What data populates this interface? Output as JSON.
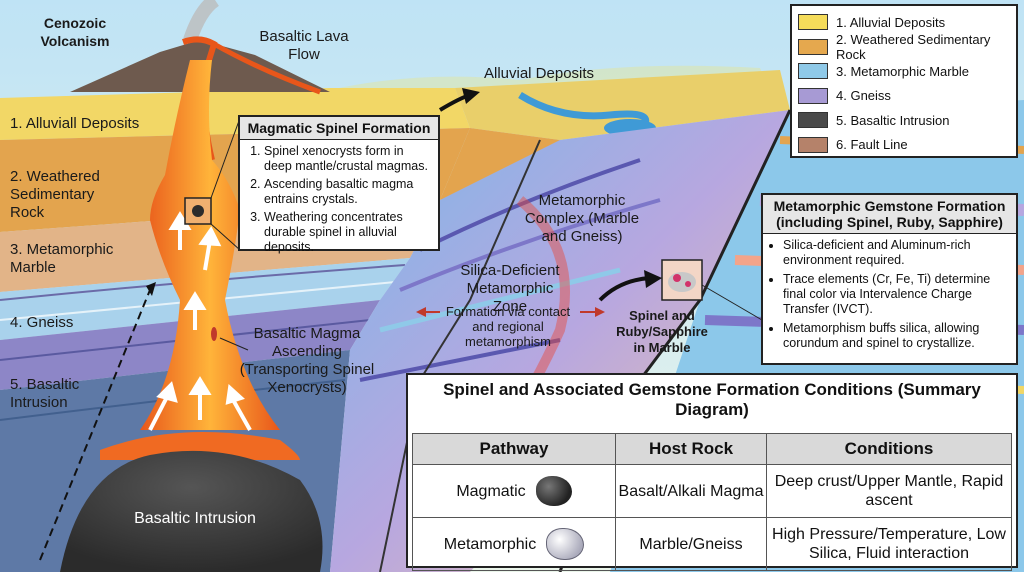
{
  "labels": {
    "volcanism": "Cenozoic Volcanism",
    "lava_flow": "Basaltic Lava Flow",
    "alluvial_top": "Alluvial Deposits",
    "layer1": "1. Alluviall Deposits",
    "layer2": "2. Weathered Sedimentary Rock",
    "layer3": "3. Metamorphic Marble",
    "layer4": "4. Gneiss",
    "layer5": "5. Basaltic Intrusion",
    "magma_ascending": "Basaltic Magma Ascending (Transporting Spinel Xenocrysts)",
    "intrusion": "Basaltic Intrusion",
    "met_complex": "Metamorphic Complex (Marble and Gneiss)",
    "silica_zone": "Silica-Deficient Metamorphic Zone",
    "formation_via": "Formation via contact and regional metamorphism",
    "spinel_ruby": "Spinel and Ruby/Sapphire in Marble"
  },
  "magmatic_box": {
    "title": "Magmatic Spinel Formation",
    "items": [
      "Spinel xenocrysts form in deep mantle/crustal magmas.",
      "Ascending basaltic magma entrains crystals.",
      "Weathering concentrates durable spinel in alluvial deposits."
    ]
  },
  "metamorphic_box": {
    "title": "Metamorphic Gemstone Formation (including Spinel, Ruby, Sapphire)",
    "items": [
      "Silica-deficient and Aluminum-rich environment required.",
      "Trace elements (Cr, Fe, Ti) determine final color via Intervalence Charge Transfer (IVCT).",
      "Metamorphism buffs silica, allowing corundum and spinel to crystallize."
    ]
  },
  "legend": [
    {
      "label": "1. Alluvial Deposits",
      "color": "#f5dc5a"
    },
    {
      "label": "2. Weathered Sedimentary Rock",
      "color": "#e5a84e"
    },
    {
      "label": "3. Metamorphic Marble",
      "color": "#8fc9e8"
    },
    {
      "label": "4. Gneiss",
      "color": "#a79ad4"
    },
    {
      "label": "5. Basaltic Intrusion",
      "color": "#4a4a4a"
    },
    {
      "label": "6. Fault Line",
      "color": "#b5826a"
    }
  ],
  "summary": {
    "title": "Spinel and Associated Gemstone Formation Conditions (Summary Diagram)",
    "headers": [
      "Pathway",
      "Host Rock",
      "Conditions"
    ],
    "rows": [
      {
        "pathway": "Magmatic",
        "host": "Basalt/Alkali Magma",
        "conditions": "Deep crust/Upper Mantle, Rapid ascent"
      },
      {
        "pathway": "Metamorphic",
        "host": "Marble/Gneiss",
        "conditions": "High Pressure/Temperature, Low Silica, Fluid interaction"
      }
    ]
  }
}
